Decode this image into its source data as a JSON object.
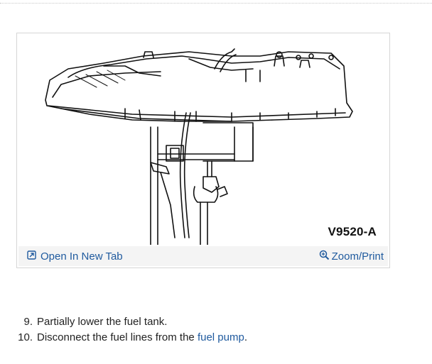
{
  "figure": {
    "code": "V9520-A",
    "open_tab_label": "Open In New Tab",
    "zoom_label": "Zoom/Print"
  },
  "steps": [
    {
      "num": "9.",
      "text": "Partially lower the fuel tank.",
      "link": "",
      "after": ""
    },
    {
      "num": "10.",
      "text": "Disconnect the fuel lines from the ",
      "link": "fuel pump",
      "after": "."
    }
  ],
  "colors": {
    "link": "#1f5a9e",
    "footer_bg": "#f4f4f4"
  },
  "icons": {
    "open_tab": "open-in-new-tab-icon",
    "zoom": "zoom-magnifier-icon"
  }
}
